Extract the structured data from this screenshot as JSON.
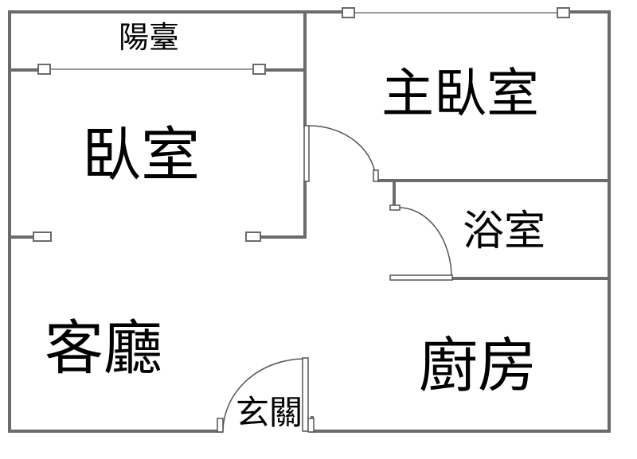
{
  "colors": {
    "wall": "#6b6b6b",
    "window": "#9a9a9a",
    "door": "#555555",
    "text": "#000000",
    "background": "#ffffff"
  },
  "rooms": {
    "balcony": "陽臺",
    "bedroom": "臥室",
    "master_bedroom": "主臥室",
    "bathroom": "浴室",
    "living_room": "客廳",
    "kitchen": "廚房",
    "entrance": "玄關"
  }
}
